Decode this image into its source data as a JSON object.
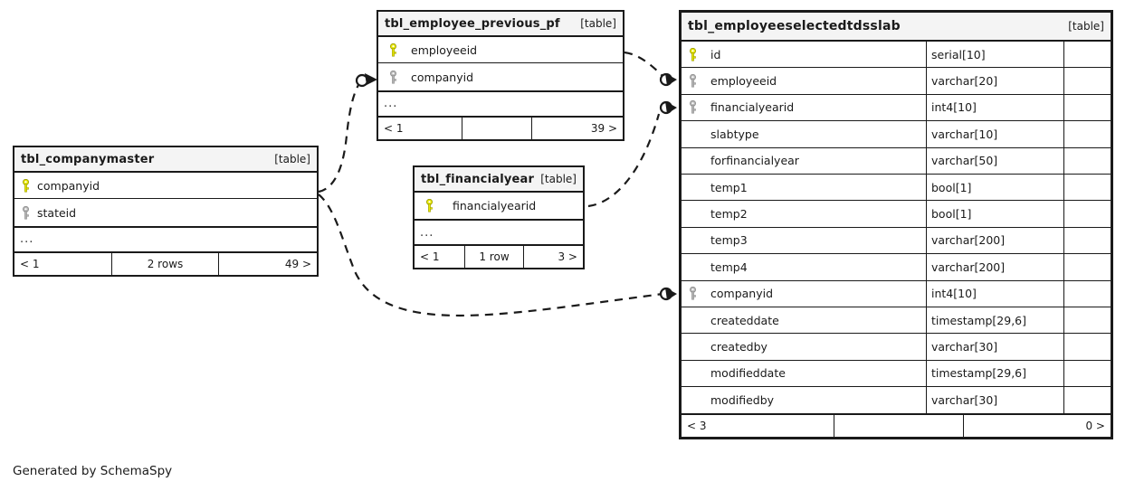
{
  "diagram": {
    "generator_note": "Generated by SchemaSpy",
    "table_tag": "[table]",
    "ellipsis": "...",
    "colors": {
      "primary_key": "#e8e800",
      "foreign_key": "#b0b0b0",
      "border": "#1a1a1a",
      "header_bg": "#f4f4f4",
      "background": "#ffffff"
    }
  },
  "tables": [
    {
      "id": "tbl_companymaster",
      "title": "tbl_companymaster",
      "tag": "[table]",
      "columns": [
        {
          "key": "primary",
          "key_icon": "key-icon-yellow",
          "name": "companyid",
          "type": ""
        },
        {
          "key": "foreign",
          "key_icon": "key-icon-gray",
          "name": "stateid",
          "type": ""
        }
      ],
      "has_ellipsis": true,
      "footer": {
        "left": "< 1",
        "middle": "2 rows",
        "right": "49 >"
      }
    },
    {
      "id": "tbl_employee_previous_pf",
      "title": "tbl_employee_previous_pf",
      "tag": "[table]",
      "columns": [
        {
          "key": "primary",
          "key_icon": "key-icon-yellow",
          "name": "employeeid",
          "type": ""
        },
        {
          "key": "foreign",
          "key_icon": "key-icon-gray",
          "name": "companyid",
          "type": ""
        }
      ],
      "has_ellipsis": true,
      "footer": {
        "left": "< 1",
        "middle": "",
        "right": "39 >"
      }
    },
    {
      "id": "tbl_financialyear",
      "title": "tbl_financialyear",
      "tag": "[table]",
      "columns": [
        {
          "key": "primary",
          "key_icon": "key-icon-yellow",
          "name": "financialyearid",
          "type": ""
        }
      ],
      "has_ellipsis": true,
      "footer": {
        "left": "< 1",
        "middle": "1 row",
        "right": "3 >"
      }
    },
    {
      "id": "tbl_employeeselectedtdsslab",
      "title": "tbl_employeeselectedtdsslab",
      "tag": "[table]",
      "columns": [
        {
          "key": "primary",
          "key_icon": "key-icon-yellow",
          "name": "id",
          "type": "serial[10]"
        },
        {
          "key": "foreign",
          "key_icon": "key-icon-gray",
          "name": "employeeid",
          "type": "varchar[20]"
        },
        {
          "key": "foreign",
          "key_icon": "key-icon-gray",
          "name": "financialyearid",
          "type": "int4[10]"
        },
        {
          "key": "none",
          "key_icon": "",
          "name": "slabtype",
          "type": "varchar[10]"
        },
        {
          "key": "none",
          "key_icon": "",
          "name": "forfinancialyear",
          "type": "varchar[50]"
        },
        {
          "key": "none",
          "key_icon": "",
          "name": "temp1",
          "type": "bool[1]"
        },
        {
          "key": "none",
          "key_icon": "",
          "name": "temp2",
          "type": "bool[1]"
        },
        {
          "key": "none",
          "key_icon": "",
          "name": "temp3",
          "type": "varchar[200]"
        },
        {
          "key": "none",
          "key_icon": "",
          "name": "temp4",
          "type": "varchar[200]"
        },
        {
          "key": "foreign",
          "key_icon": "key-icon-gray",
          "name": "companyid",
          "type": "int4[10]"
        },
        {
          "key": "none",
          "key_icon": "",
          "name": "createddate",
          "type": "timestamp[29,6]"
        },
        {
          "key": "none",
          "key_icon": "",
          "name": "createdby",
          "type": "varchar[30]"
        },
        {
          "key": "none",
          "key_icon": "",
          "name": "modifieddate",
          "type": "timestamp[29,6]"
        },
        {
          "key": "none",
          "key_icon": "",
          "name": "modifiedby",
          "type": "varchar[30]"
        }
      ],
      "has_ellipsis": false,
      "footer": {
        "left": "< 3",
        "middle": "",
        "right": "0 >"
      }
    }
  ],
  "relationships": [
    {
      "id": "rel-companymaster-to-previouspf",
      "from": "tbl_companymaster",
      "to": "tbl_employee_previous_pf.companyid",
      "style": "dashed",
      "cardinality": "zero-to-one"
    },
    {
      "id": "rel-previouspf-to-employeeid",
      "from": "tbl_employee_previous_pf.employeeid",
      "to": "tbl_employeeselectedtdsslab.employeeid",
      "style": "dashed",
      "cardinality": "zero-to-one"
    },
    {
      "id": "rel-financialyear-to-financialyearid",
      "from": "tbl_financialyear.financialyearid",
      "to": "tbl_employeeselectedtdsslab.financialyearid",
      "style": "dashed",
      "cardinality": "zero-to-one"
    },
    {
      "id": "rel-companymaster-to-companyid",
      "from": "tbl_companymaster.companyid",
      "to": "tbl_employeeselectedtdsslab.companyid",
      "style": "dashed",
      "cardinality": "zero-to-one"
    }
  ]
}
